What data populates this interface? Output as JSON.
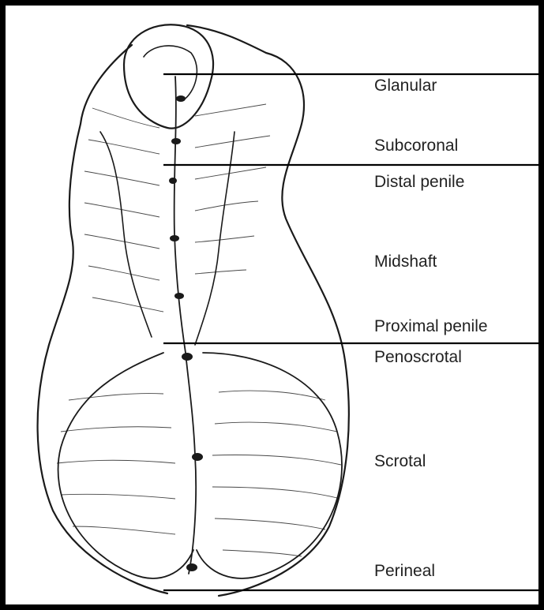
{
  "colors": {
    "ink": "#1a1a1a",
    "label": "#222222",
    "frame": "#000000",
    "background": "#ffffff"
  },
  "labels": {
    "glanular": "Glanular",
    "subcoronal": "Subcoronal",
    "distal_penile": "Distal penile",
    "midshaft": "Midshaft",
    "proximal_penile": "Proximal penile",
    "penoscrotal": "Penoscrotal",
    "scrotal": "Scrotal",
    "perineal": "Perineal"
  }
}
